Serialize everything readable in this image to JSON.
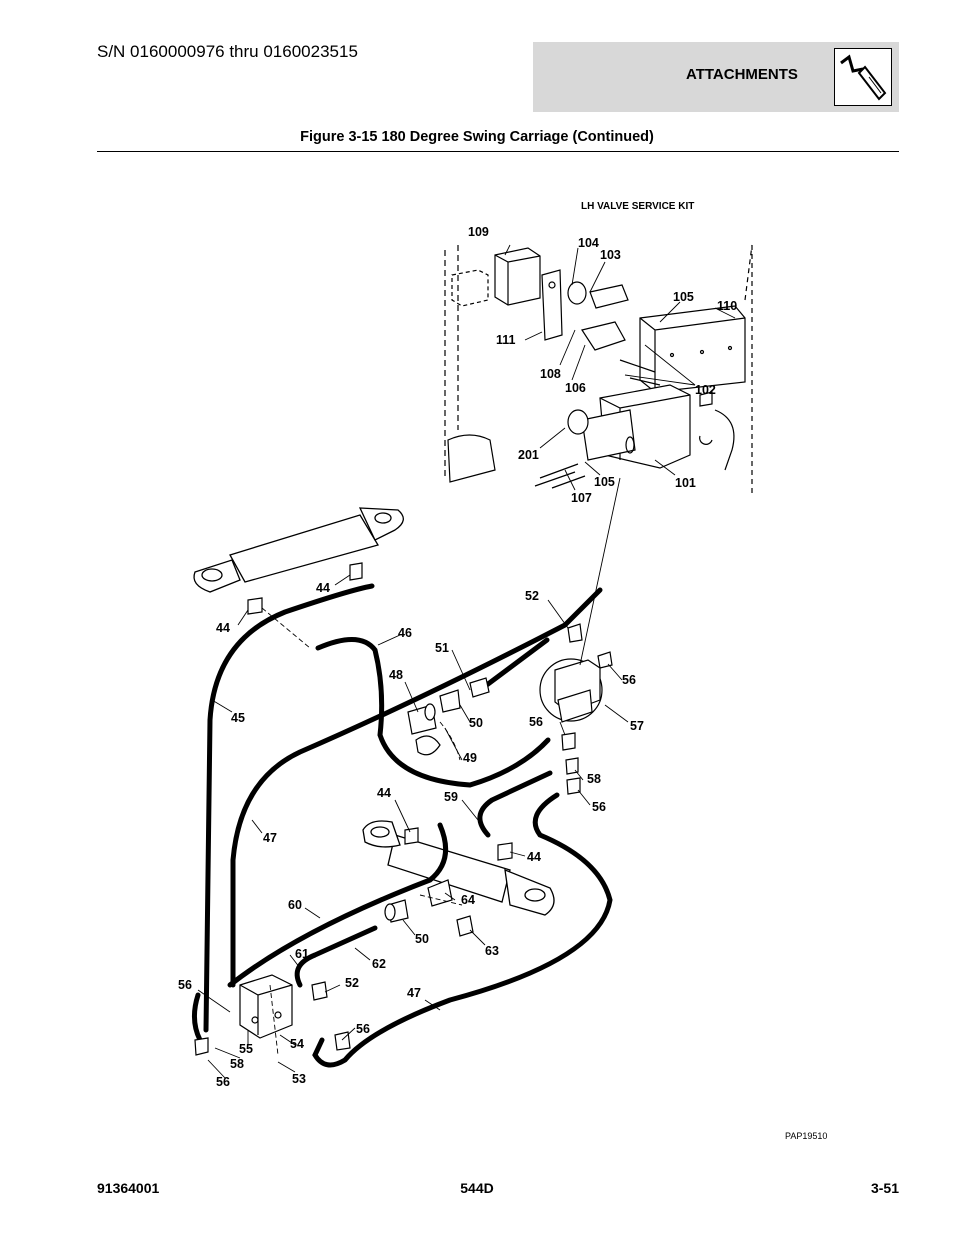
{
  "header": {
    "serial_range": "S/N 0160000976 thru 0160023515",
    "section": "ATTACHMENTS",
    "section_icon": "attachment-tool-icon"
  },
  "figure": {
    "title": "Figure 3-15 180 Degree Swing Carriage (Continued)",
    "kit_label": "LH VALVE SERVICE KIT",
    "drawing_code": "PAP19510",
    "callouts": [
      "109",
      "104",
      "103",
      "105",
      "110",
      "111",
      "108",
      "106",
      "102",
      "201",
      "105",
      "107",
      "101",
      "52",
      "44",
      "46",
      "44",
      "51",
      "48",
      "56",
      "45",
      "50",
      "56",
      "57",
      "49",
      "58",
      "44",
      "59",
      "56",
      "47",
      "44",
      "64",
      "60",
      "50",
      "63",
      "61",
      "62",
      "56",
      "52",
      "47",
      "56",
      "55",
      "54",
      "58",
      "53",
      "56"
    ]
  },
  "footer": {
    "part_number": "91364001",
    "model": "544D",
    "page": "3-51"
  }
}
